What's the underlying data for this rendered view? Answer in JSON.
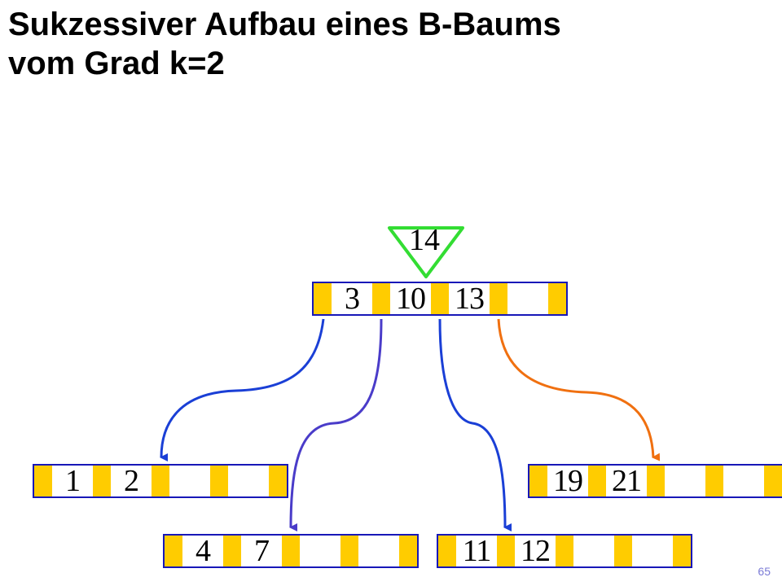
{
  "title": {
    "line1": "Sukzessiver Aufbau eines B-Baums",
    "line2": "vom Grad k=2"
  },
  "insert_key": "14",
  "root": {
    "keys": [
      "3",
      "10",
      "13",
      ""
    ]
  },
  "leaves": {
    "leaf1": {
      "keys": [
        "1",
        "2",
        "",
        ""
      ]
    },
    "leaf2": {
      "keys": [
        "4",
        "7",
        "",
        ""
      ]
    },
    "leaf3": {
      "keys": [
        "11",
        "12",
        "",
        ""
      ]
    },
    "leaf4": {
      "keys": [
        "19",
        "21",
        "",
        ""
      ]
    }
  },
  "colors": {
    "pointer": "#ffcc00",
    "node_border": "#1717b8",
    "edge_blue": "#1a3fd6",
    "edge_purple": "#4a3cc9",
    "edge_orange": "#f07010",
    "insert_marker": "#33dd33"
  },
  "page_number": "65"
}
